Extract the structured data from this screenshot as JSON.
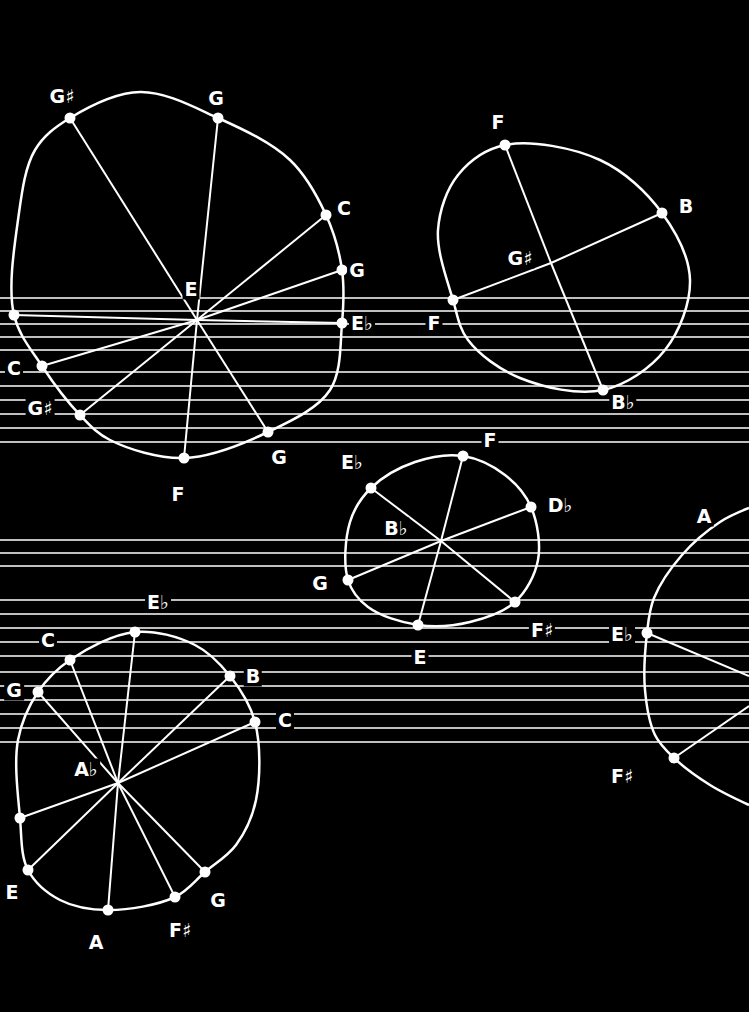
{
  "diagram": {
    "labels": [
      "G♯",
      "G",
      "C",
      "G",
      "E♭",
      "E",
      "C",
      "G♯",
      "G",
      "F",
      "F",
      "B",
      "G♯",
      "F",
      "B♭",
      "E♭",
      "F",
      "D♭",
      "B♭",
      "G",
      "F♯",
      "E",
      "C",
      "E♭",
      "G",
      "B",
      "C",
      "A♭",
      "E",
      "A",
      "F♯",
      "G",
      "A",
      "E♭",
      "F♯"
    ]
  }
}
